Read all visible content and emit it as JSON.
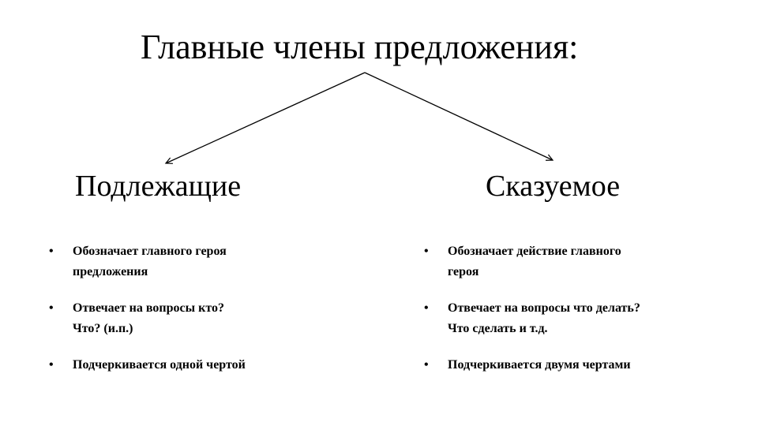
{
  "slide": {
    "title": "Главные члены предложения:",
    "bullet_char": "•",
    "columns": [
      {
        "heading": "Подлежащие",
        "bullets": [
          [
            "Обозначает главного героя",
            "предложения"
          ],
          [
            "Отвечает на вопросы кто?",
            "Что? (и.п.)"
          ],
          [
            "Подчеркивается одной чертой"
          ]
        ]
      },
      {
        "heading": "Сказуемое",
        "bullets": [
          [
            "Обозначает действие главного",
            "героя"
          ],
          [
            "Отвечает на вопросы что делать?",
            "Что сделать и т.д."
          ],
          [
            "Подчеркивается двумя чертами"
          ]
        ]
      }
    ],
    "colors": {
      "background": "#ffffff",
      "text": "#000000"
    }
  }
}
